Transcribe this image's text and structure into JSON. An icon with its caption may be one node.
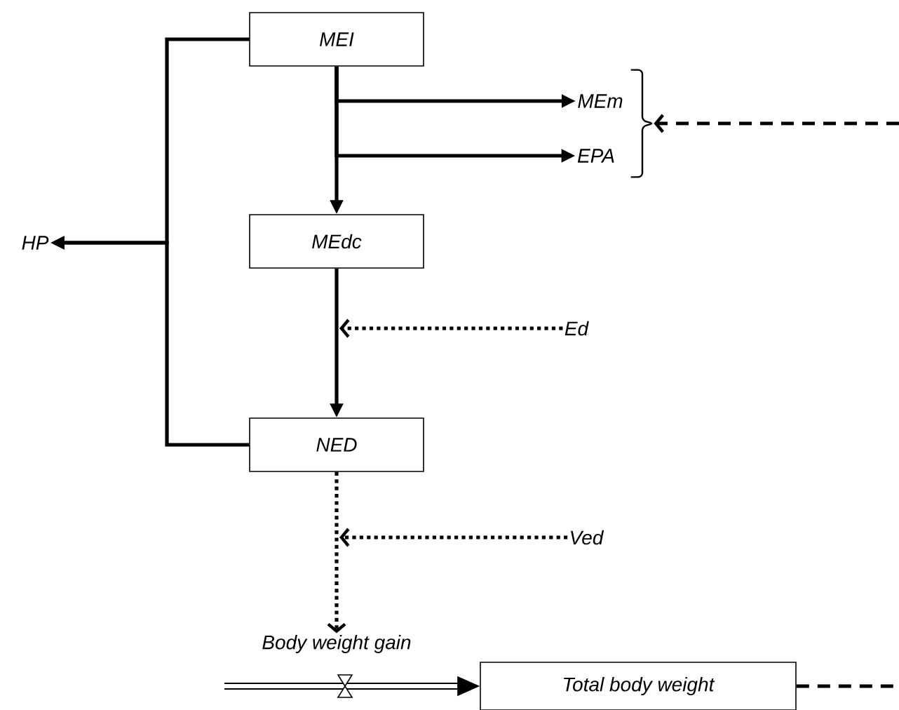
{
  "diagram": {
    "nodes": [
      {
        "text": [
          "MEI"
        ]
      },
      {
        "text": [
          "MEm"
        ]
      },
      {
        "text": [
          "EPA"
        ]
      },
      {
        "text": [],
        "shape": "brace"
      },
      {
        "text": [
          "MEdc"
        ]
      },
      {
        "text": [
          "HP"
        ]
      },
      {
        "text": [
          "Ed"
        ]
      },
      {
        "text": [
          "NED"
        ]
      },
      {
        "text": [
          "Ved"
        ]
      },
      {
        "text": [
          "Body weight gain"
        ]
      },
      {
        "text": [
          "Total body weight"
        ]
      }
    ],
    "edges": [
      {
        "from": 0,
        "to": 1,
        "arrow": "to"
      },
      {
        "from": 0,
        "to": 2,
        "arrow": "to"
      },
      {
        "from": null,
        "to": 3,
        "arrow": "to",
        "style": "dashed"
      },
      {
        "from": 0,
        "to": 4,
        "arrow": "to"
      },
      {
        "from": 0,
        "to": 5,
        "arrow": "to"
      },
      {
        "from": 7,
        "to": 5,
        "arrow": "to"
      },
      {
        "from": 4,
        "to": 7,
        "arrow": "to"
      },
      {
        "from": 6,
        "to": null,
        "arrow": "to",
        "style": "dashed"
      },
      {
        "from": 7,
        "to": 9,
        "arrow": "to",
        "style": "dashed"
      },
      {
        "from": 8,
        "to": null,
        "arrow": "to",
        "style": "dashed"
      },
      {
        "from": null,
        "to": 10,
        "arrow": "to",
        "style": "thick"
      },
      {
        "from": 10,
        "to": null,
        "arrow": "none",
        "style": "dashed"
      }
    ]
  }
}
